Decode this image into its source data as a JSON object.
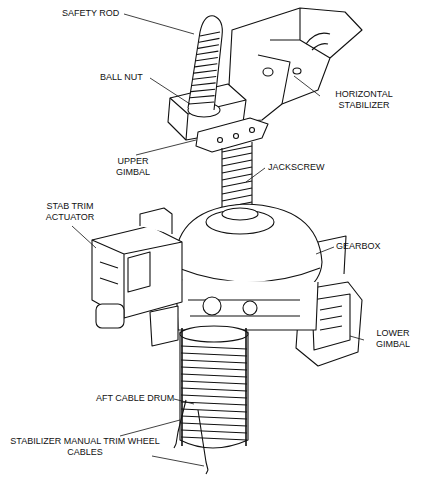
{
  "diagram": {
    "labels": [
      "SAFETY ROD",
      "BALL NUT",
      "HORIZONTAL STABILIZER",
      "UPPER GIMBAL",
      "JACKSCREW",
      "STAB TRIM ACTUATOR",
      "GEARBOX",
      "LOWER GIMBAL",
      "AFT CABLE DRUM",
      "STABILIZER MANUAL TRIM WHEEL CABLES"
    ]
  }
}
